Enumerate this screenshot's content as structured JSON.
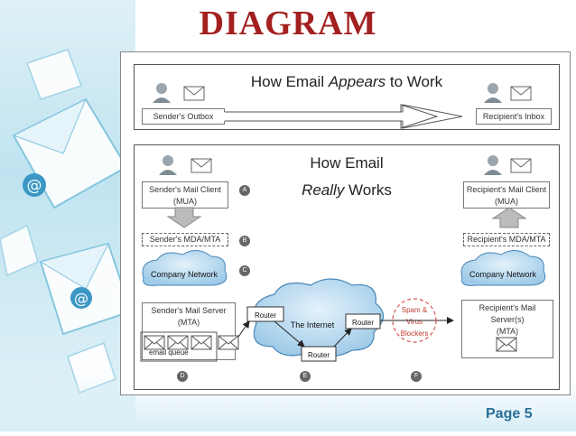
{
  "title": "DIAGRAM",
  "page": "Page 5",
  "top_panel": {
    "heading_pre": "How Email ",
    "heading_em": "Appears",
    "heading_post": " to Work",
    "sender": "Sender's Outbox",
    "recipient": "Recipient's Inbox"
  },
  "bottom_panel": {
    "heading_line1": "How Email",
    "heading_line2_em": "Really",
    "heading_line2_post": " Works",
    "sender_client_1": "Sender's Mail Client",
    "sender_client_2": "(MUA)",
    "sender_mda": "Sender's MDA/MTA",
    "company_network_left": "Company Network",
    "sender_server_1": "Sender's Mail Server",
    "sender_server_2": "(MTA)",
    "email_queue": "email queue",
    "recipient_client_1": "Recipient's Mail Client",
    "recipient_client_2": "(MUA)",
    "recipient_mda": "Recipient's MDA/MTA",
    "company_network_right": "Company Network",
    "recipient_server_1": "Recipient's Mail Server(s)",
    "recipient_server_2": "(MTA)",
    "internet": "The Internet",
    "router": "Router",
    "spam_1": "Spam &",
    "spam_2": "Virus",
    "spam_3": "Blockers",
    "markers": [
      "A",
      "B",
      "C",
      "D",
      "E",
      "F"
    ]
  }
}
